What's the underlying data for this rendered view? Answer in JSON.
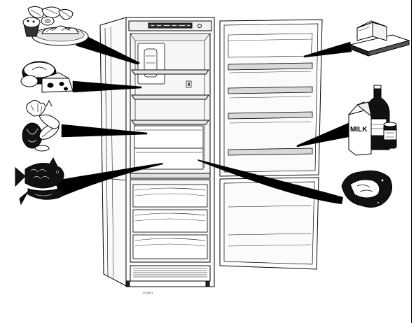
{
  "figure": {
    "type": "refrigerator food storage diagram",
    "part_code": "0U3MF4",
    "package_label": "MILK",
    "colors": {
      "line": "#000000",
      "fill": "#ffffff",
      "glass": "#f6f6f6",
      "shade": "#d9d9d9",
      "dark": "#1a1a1a"
    },
    "food_icons": [
      {
        "name": "pastries-icon",
        "side": "left"
      },
      {
        "name": "cheese-icon",
        "side": "left"
      },
      {
        "name": "vegetables-icon",
        "side": "left"
      },
      {
        "name": "fish-icon",
        "side": "left"
      },
      {
        "name": "butter-icon",
        "side": "right"
      },
      {
        "name": "milk-and-bottles-icon",
        "side": "right"
      },
      {
        "name": "meat-icon",
        "side": "right"
      }
    ]
  }
}
